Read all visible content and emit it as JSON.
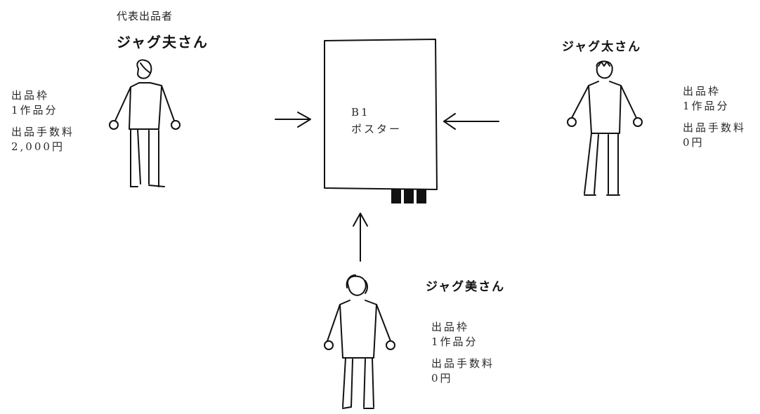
{
  "left_person": {
    "role": "代表出品者",
    "name": "ジャグ夫さん",
    "slot_label": "出品枠",
    "slot_value": "1作品分",
    "fee_label": "出品手数料",
    "fee_value": "2,000円"
  },
  "right_person": {
    "name": "ジャグ太さん",
    "slot_label": "出品枠",
    "slot_value": "1作品分",
    "fee_label": "出品手数料",
    "fee_value": "0円"
  },
  "bottom_person": {
    "name": "ジャグ美さん",
    "slot_label": "出品枠",
    "slot_value": "1作品分",
    "fee_label": "出品手数料",
    "fee_value": "0円"
  },
  "poster": {
    "size": "B1",
    "label": "ポスター"
  },
  "colors": {
    "ink": "#111111",
    "text": "#2a2a2a"
  }
}
